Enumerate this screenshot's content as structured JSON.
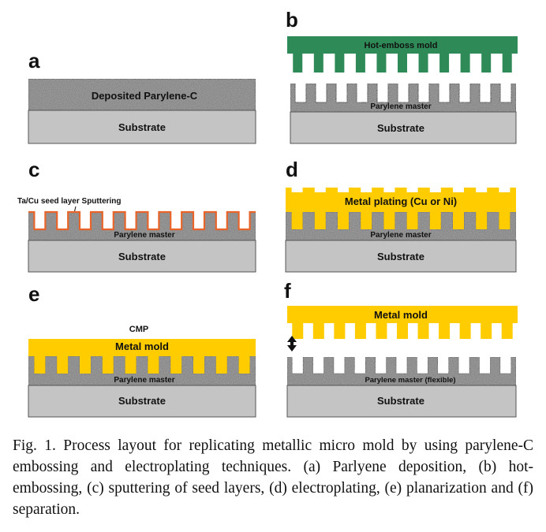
{
  "panels": {
    "a": {
      "letter": "a",
      "layer": "Deposited Parylene-C",
      "substrate": "Substrate"
    },
    "b": {
      "letter": "b",
      "mold": "Hot-emboss mold",
      "master": "Parylene master",
      "substrate": "Substrate"
    },
    "c": {
      "letter": "c",
      "seed": "Ta/Cu seed layer Sputtering",
      "master": "Parylene master",
      "substrate": "Substrate"
    },
    "d": {
      "letter": "d",
      "plating": "Metal plating (Cu or Ni)",
      "master": "Parylene master",
      "substrate": "Substrate"
    },
    "e": {
      "letter": "e",
      "cmp": "CMP",
      "mold": "Metal mold",
      "master": "Parylene master",
      "substrate": "Substrate"
    },
    "f": {
      "letter": "f",
      "mold": "Metal mold",
      "master": "Parylene master (flexible)",
      "substrate": "Substrate"
    }
  },
  "colors": {
    "substrate": "#c4c4c4",
    "parylene": "#8a8a8a",
    "emboss_mold": "#2e8b57",
    "metal": "#ffcc00",
    "seed": "#e8642a",
    "outline": "#555555"
  },
  "caption": "Fig. 1. Process layout for replicating metallic micro mold by using parylene-C embossing and electroplating techniques. (a) Parlyene deposition, (b) hot-embossing, (c) sputtering of seed layers, (d) electroplating, (e) planarization and (f) separation."
}
